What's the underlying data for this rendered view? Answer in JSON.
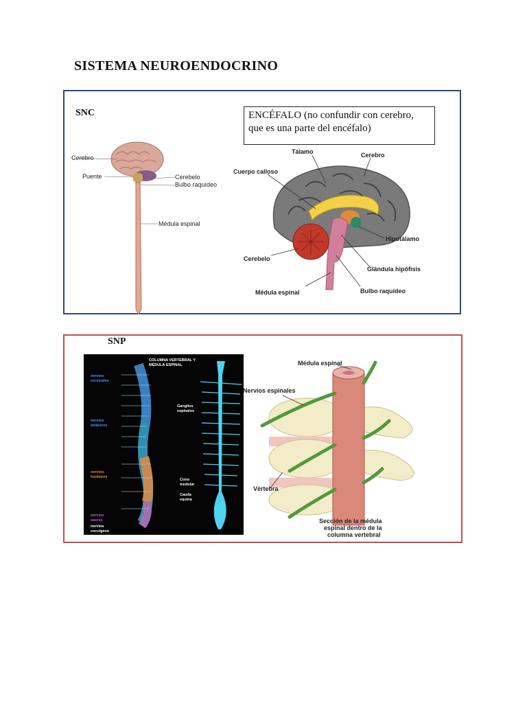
{
  "title": "SISTEMA NEUROENDOCRINO",
  "snc": {
    "heading": "SNC",
    "note": "ENCÉFALO (no confundir con cerebro, que es una parte del encéfalo)",
    "small_diagram": {
      "labels": [
        "Cerebro",
        "Puente",
        "Cerebelo",
        "Bulbo raquídeo",
        "Médula espinal"
      ]
    },
    "brain_section": {
      "labels": [
        "Tálamo",
        "Cerebro",
        "Cuerpo calloso",
        "Hipotálamo",
        "Cerebelo",
        "Glándula hipófisis",
        "Médula espinal",
        "Bulbo raquídeo"
      ]
    }
  },
  "snp": {
    "heading": "SNP",
    "spine_diagram": {
      "title_line1": "COLUMNA VERTEBRAL Y",
      "title_line2": "MÉDULA ESPINAL",
      "left_labels": [
        {
          "text1": "nervios",
          "text2": "cervicales",
          "color": "#3aa0ff"
        },
        {
          "text1": "nervios",
          "text2": "torácicos",
          "color": "#3aa0ff"
        },
        {
          "text1": "nervios",
          "text2": "lumbares",
          "color": "#e08a3c"
        },
        {
          "text1": "nervios",
          "text2": "sacros",
          "color": "#c060d0"
        },
        {
          "text1": "nervios",
          "text2": "coccígeos",
          "color": "#ffffff"
        }
      ],
      "right_labels": [
        {
          "text1": "Ganglios",
          "text2": "espinales"
        },
        {
          "text1": "Cono",
          "text2": "medular"
        },
        {
          "text1": "Cauda",
          "text2": "equina"
        }
      ]
    },
    "vertebra_section": {
      "labels": [
        "Médula espinal",
        "Nervios espinales",
        "Vértebra"
      ],
      "caption1": "Sección de la médula",
      "caption2": "espinal dentro de la",
      "caption3": "columna vertebral"
    }
  }
}
